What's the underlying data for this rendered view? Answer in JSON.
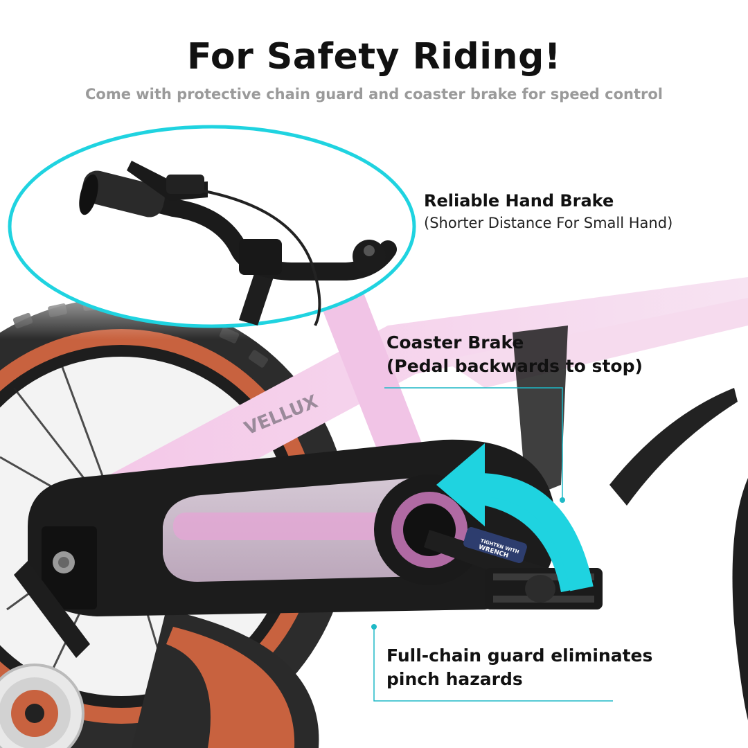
{
  "header": {
    "title": "For Safety Riding!",
    "subtitle": "Come with protective chain guard and coaster brake for speed control"
  },
  "callouts": {
    "hand_brake": {
      "title": "Reliable Hand Brake",
      "subtitle": "(Shorter Distance For Small Hand)"
    },
    "coaster_brake": {
      "title": "Coaster Brake",
      "subtitle": "(Pedal backwards to stop)"
    },
    "chain_guard": {
      "line1": "Full-chain guard eliminates",
      "line2": "pinch hazards"
    }
  },
  "product_marks": {
    "frame_brand": "VELLUX",
    "crank_label_line1": "TIGHTEN WITH",
    "crank_label_line2": "WRENCH"
  },
  "colors": {
    "accent_cyan": "#1fd3e0",
    "frame_pink": "#f2c6e6",
    "tire_black": "#1c1c1c",
    "rim_orange": "#c8623f"
  }
}
